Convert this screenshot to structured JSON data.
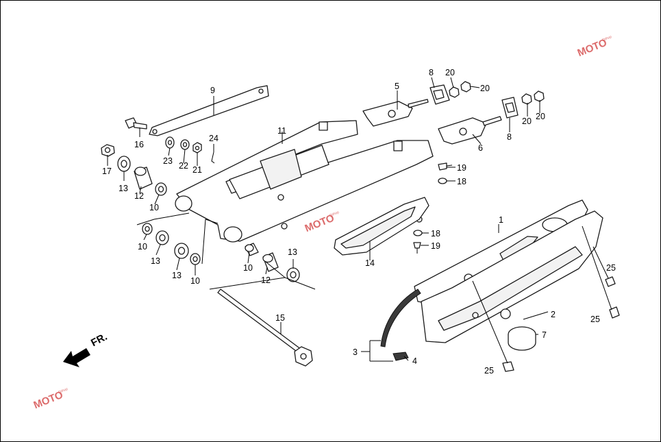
{
  "diagram": {
    "callouts": {
      "c1": "1",
      "c2": "2",
      "c3": "3",
      "c4": "4",
      "c5": "5",
      "c6": "6",
      "c7": "7",
      "c8a": "8",
      "c8b": "8",
      "c9": "9",
      "c10a": "10",
      "c10b": "10",
      "c10c": "10",
      "c10d": "10",
      "c11": "11",
      "c12a": "12",
      "c12b": "12",
      "c13a": "13",
      "c13b": "13",
      "c13c": "13",
      "c13d": "13",
      "c14": "14",
      "c15": "15",
      "c16": "16",
      "c17": "17",
      "c18a": "18",
      "c18b": "18",
      "c19a": "19",
      "c19b": "19",
      "c20a": "20",
      "c20b": "20",
      "c20c": "20",
      "c20d": "20",
      "c21": "21",
      "c22": "22",
      "c23": "23",
      "c24": "24",
      "c25a": "25",
      "c25b": "25",
      "c25c": "25"
    },
    "direction_label": "FR."
  },
  "watermark": {
    "text": "MOTO",
    "subtext": "Oshop"
  },
  "colors": {
    "line": "#1a1a1a",
    "watermark": "#d13a3a"
  }
}
